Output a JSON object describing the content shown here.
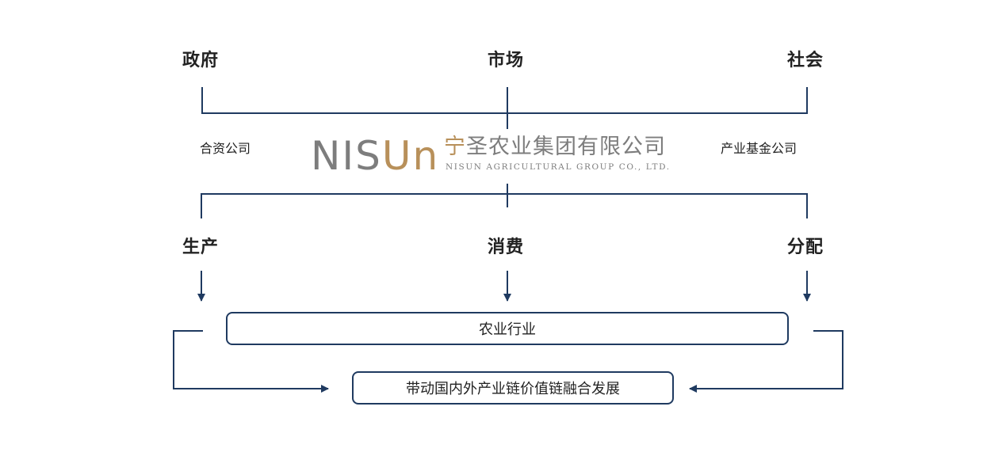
{
  "top": {
    "government": "政府",
    "market": "市场",
    "society": "社会"
  },
  "side": {
    "left": "合资公司",
    "right": "产业基金公司"
  },
  "logo": {
    "wordmark_prefix": "NIS",
    "wordmark_accent": "Un",
    "chinese_first": "宁",
    "chinese_rest": "圣农业集团有限公司",
    "english": "NISUN AGRICULTURAL GROUP CO., LTD."
  },
  "middle": {
    "production": "生产",
    "consumption": "消费",
    "distribution": "分配"
  },
  "boxes": {
    "industry": "农业行业",
    "outcome": "带动国内外产业链价值链融合发展"
  },
  "colors": {
    "line": "#1f3a60",
    "text": "#222222",
    "logo_gray": "#7d7d7d",
    "logo_gold": "#b8905a"
  }
}
